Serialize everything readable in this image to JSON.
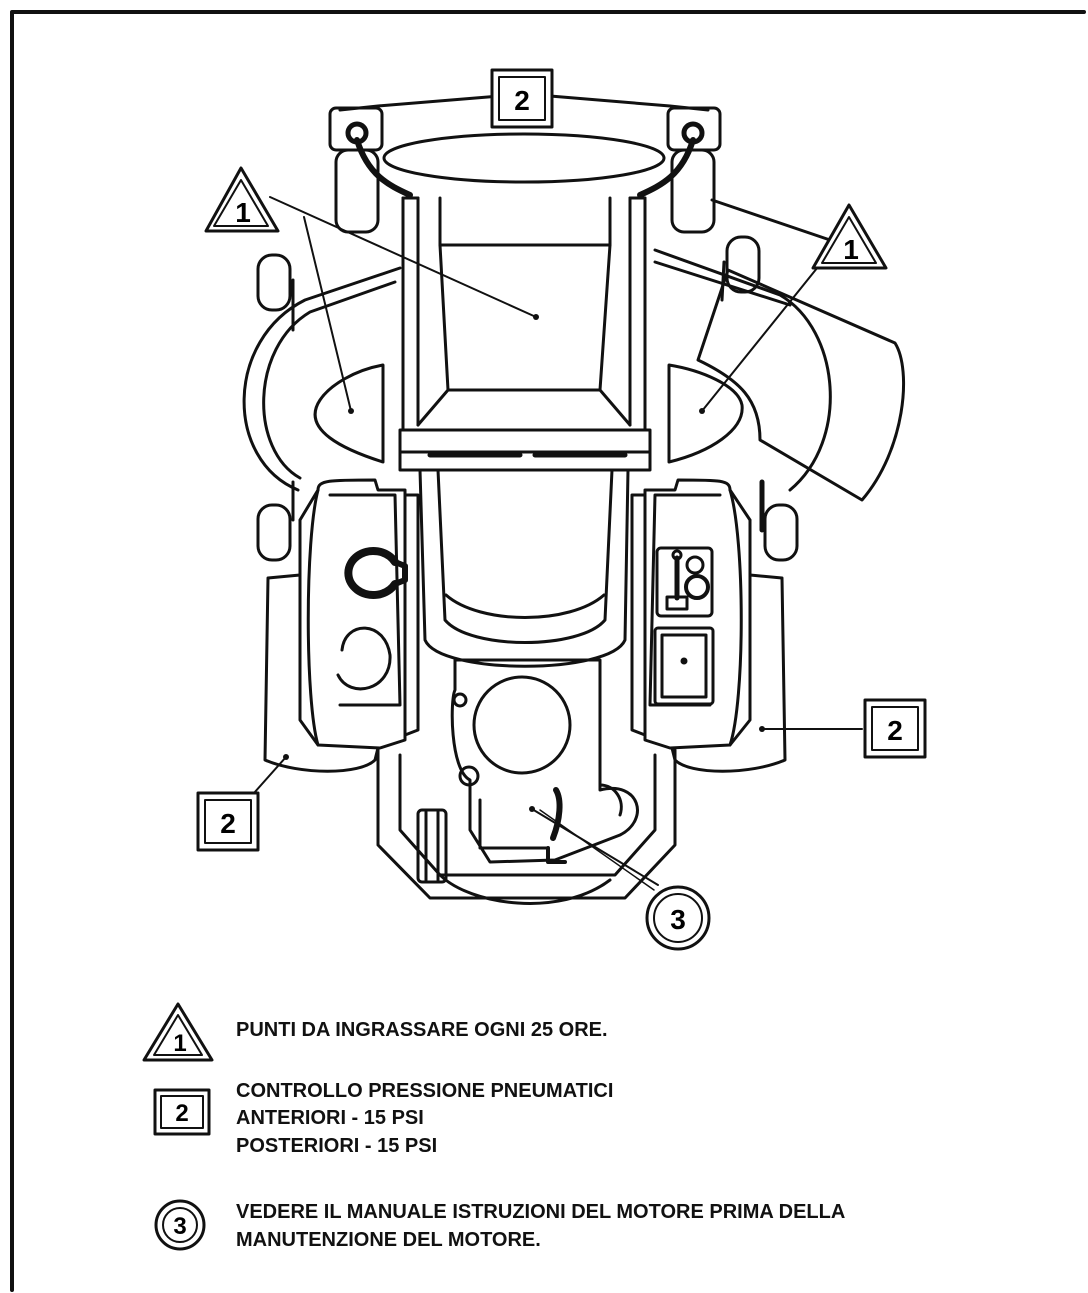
{
  "callouts": {
    "grease_symbol": "1",
    "tire_symbol": "2",
    "engine_symbol": "3"
  },
  "legend": {
    "grease": "PUNTI DA INGRASSARE OGNI 25 ORE.",
    "tires_line1": "CONTROLLO PRESSIONE PNEUMATICI",
    "tires_line2": "ANTERIORI - 15 PSI",
    "tires_line3": "POSTERIORI - 15 PSI",
    "engine_line1": "VEDERE IL MANUALE ISTRUZIONI DEL MOTORE PRIMA DELLA",
    "engine_line2": "MANUTENZIONE DEL MOTORE."
  }
}
